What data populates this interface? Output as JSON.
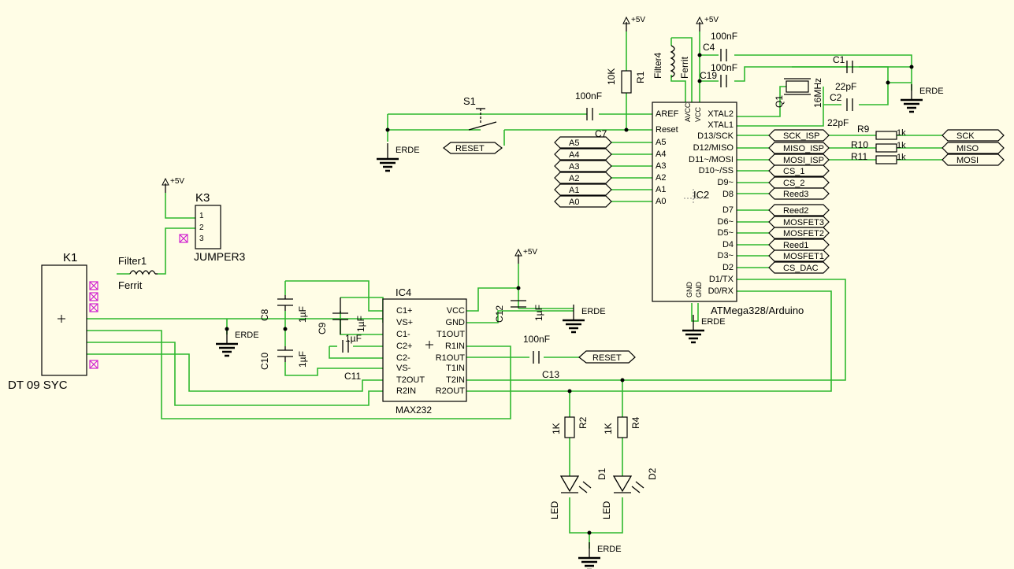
{
  "colors": {
    "background": "#fffde6",
    "wire": "#2eb82e",
    "component": "#000000",
    "pin": "#cc0000",
    "marker": "#d020d0"
  },
  "labels": {
    "k1": "K1",
    "k1_type": "DT 09 SYC",
    "k3": "K3",
    "k3_type": "JUMPER3",
    "k3_p1": "1",
    "k3_p2": "2",
    "k3_p3": "3",
    "filter1": "Filter1",
    "filter1_type": "Ferrit",
    "filter4": "Filter4",
    "filter4_type": "Ferrit",
    "s1": "S1",
    "reset_net": "RESET",
    "reset_net2": "RESET",
    "erde": "ERDE",
    "plus5v": "+5V",
    "r1": "R1",
    "r1_val": "10K",
    "r2": "R2",
    "r2_val": "1K",
    "r4": "R4",
    "r4_val": "1K",
    "r9": "R9",
    "r10": "R10",
    "r11": "R11",
    "r_val": "1k",
    "c1": "C1",
    "c1_val": "22pF",
    "c2": "C2",
    "c2_val": "22pF",
    "c4": "C4",
    "c4_val": "100nF",
    "c19": "C19",
    "c19_val": "100nF",
    "c7": "C7",
    "c7_val": "100nF",
    "c8": "C8",
    "c9": "C9",
    "c10": "C10",
    "c11": "C11",
    "c12": "C12",
    "c13": "C13",
    "c13_val": "100nF",
    "uf": "1µF",
    "q1": "Q1",
    "q1_val": "16MHz",
    "d1": "D1",
    "d2": "D2",
    "led": "LED",
    "ic2": "IC2",
    "ic2_type": "ATMega328/Arduino",
    "ic4": "IC4",
    "ic4_type": "MAX232"
  },
  "ic2_pins_left": [
    "AREF",
    "Reset",
    "A5",
    "A4",
    "A3",
    "A2",
    "A1",
    "A0"
  ],
  "ic2_pins_right": [
    "XTAL2",
    "XTAL1",
    "D13/SCK",
    "D12/MISO",
    "D11~/MOSI",
    "D10~/SS",
    "D9~",
    "D8",
    "D7",
    "D6~",
    "D5~",
    "D4",
    "D3~",
    "D2",
    "D1/TX",
    "D0/RX"
  ],
  "ic2_pins_top": [
    "AVCC",
    "VCC"
  ],
  "ic2_pins_bottom": [
    "GND",
    "GND"
  ],
  "ic4_pins_left": [
    "C1+",
    "VS+",
    "C1-",
    "C2+",
    "C2-",
    "VS-",
    "T2OUT",
    "R2IN"
  ],
  "ic4_pins_right": [
    "VCC",
    "GND",
    "T1OUT",
    "R1IN",
    "R1OUT",
    "T1IN",
    "T2IN",
    "R2OUT"
  ],
  "left_nets": [
    "A5",
    "A4",
    "A3",
    "A2",
    "A1",
    "A0"
  ],
  "right_nets": [
    "SCK_ISP",
    "MISO_ISP",
    "MOSI_ISP",
    "CS_1",
    "CS_2",
    "Reed3",
    "Reed2",
    "MOSFET3",
    "MOSFET2",
    "Reed1",
    "MOSFET1",
    "CS_DAC"
  ],
  "isp_nets": [
    "SCK",
    "MISO",
    "MOSI"
  ]
}
